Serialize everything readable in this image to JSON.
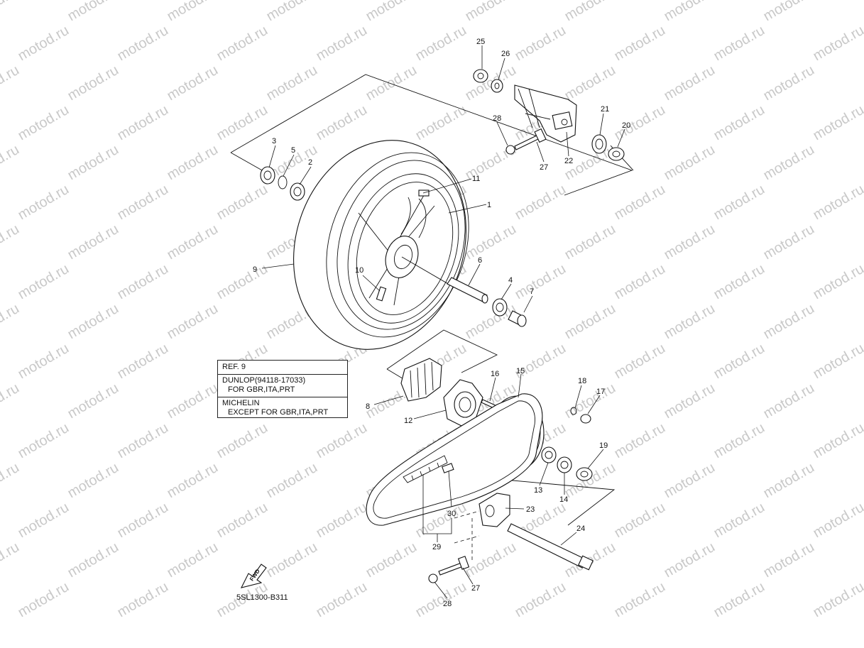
{
  "watermark": "motod.ru",
  "diagram_code": "5SL1300-B311",
  "fwd_label": "FWD",
  "ref_box": {
    "title": "REF. 9",
    "line1": "DUNLOP(94118-17033)",
    "line2": "FOR GBR,ITA,PRT",
    "line3": "MICHELIN",
    "line4": "EXCEPT FOR GBR,ITA,PRT"
  },
  "part_numbers": {
    "p1": "1",
    "p2": "2",
    "p3": "3",
    "p4": "4",
    "p5": "5",
    "p6": "6",
    "p7": "7",
    "p8": "8",
    "p9": "9",
    "p10": "10",
    "p11": "11",
    "p12": "12",
    "p13": "13",
    "p14": "14",
    "p15": "15",
    "p16": "16",
    "p17": "17",
    "p18": "18",
    "p19": "19",
    "p20": "20",
    "p21": "21",
    "p22": "22",
    "p23": "23",
    "p24": "24",
    "p25": "25",
    "p26": "26",
    "p27a": "27",
    "p27b": "27",
    "p28a": "28",
    "p28b": "28",
    "p29": "29",
    "p30": "30"
  }
}
